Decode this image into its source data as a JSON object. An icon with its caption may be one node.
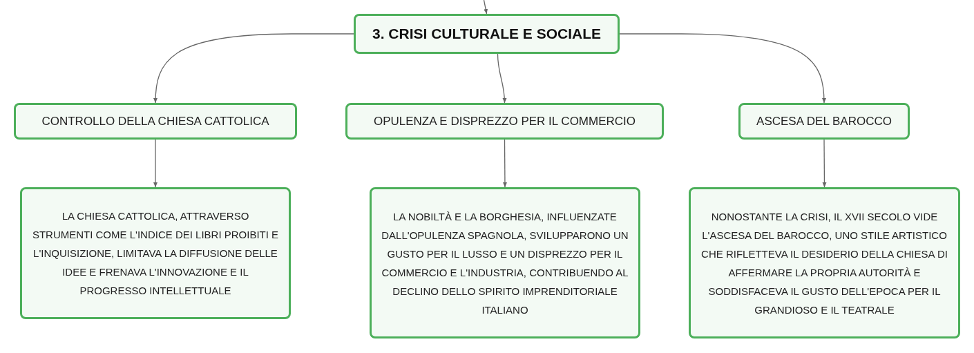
{
  "diagram": {
    "nodes": [
      {
        "text": [
          "3. CRISI CULTURALE E SOCIALE"
        ]
      },
      {
        "text": [
          "CONTROLLO DELLA CHIESA CATTOLICA"
        ]
      },
      {
        "text": [
          "OPULENZA E DISPREZZO PER IL COMMERCIO"
        ]
      },
      {
        "text": [
          "ASCESA DEL BAROCCO"
        ]
      },
      {
        "text": [
          "LA CHIESA CATTOLICA, ATTRAVERSO STRUMENTI COME L'INDICE DEI LIBRI PROIBITI E L'INQUISIZIONE, LIMITAVA LA DIFFUSIONE DELLE IDEE E FRENAVA L'INNOVAZIONE E IL PROGRESSO INTELLETTUALE"
        ]
      },
      {
        "text": [
          "LA NOBILTÀ E LA BORGHESIA, INFLUENZATE DALL'OPULENZA SPAGNOLA, SVILUPPARONO UN GUSTO PER IL LUSSO E UN DISPREZZO PER IL COMMERCIO E L'INDUSTRIA, CONTRIBUENDO AL DECLINO DELLO SPIRITO IMPRENDITORIALE ITALIANO"
        ]
      },
      {
        "text": [
          "NONOSTANTE LA CRISI, IL XVII SECOLO VIDE L'ASCESA DEL BAROCCO, UNO STILE ARTISTICO CHE RIFLETTEVA IL DESIDERIO DELLA CHIESA DI AFFERMARE LA PROPRIA AUTORITÀ E SODDISFACEVA IL GUSTO DELL'EPOCA PER IL GRANDIOSO E IL TEATRALE"
        ]
      }
    ],
    "edges": [
      {
        "from": null,
        "to": 0,
        "arrow": "to"
      },
      {
        "from": 0,
        "to": 1,
        "arrow": "to"
      },
      {
        "from": 0,
        "to": 2,
        "arrow": "to"
      },
      {
        "from": 0,
        "to": 3,
        "arrow": "to"
      },
      {
        "from": 1,
        "to": 4,
        "arrow": "to"
      },
      {
        "from": 2,
        "to": 5,
        "arrow": "to"
      },
      {
        "from": 3,
        "to": 6,
        "arrow": "to"
      }
    ]
  }
}
